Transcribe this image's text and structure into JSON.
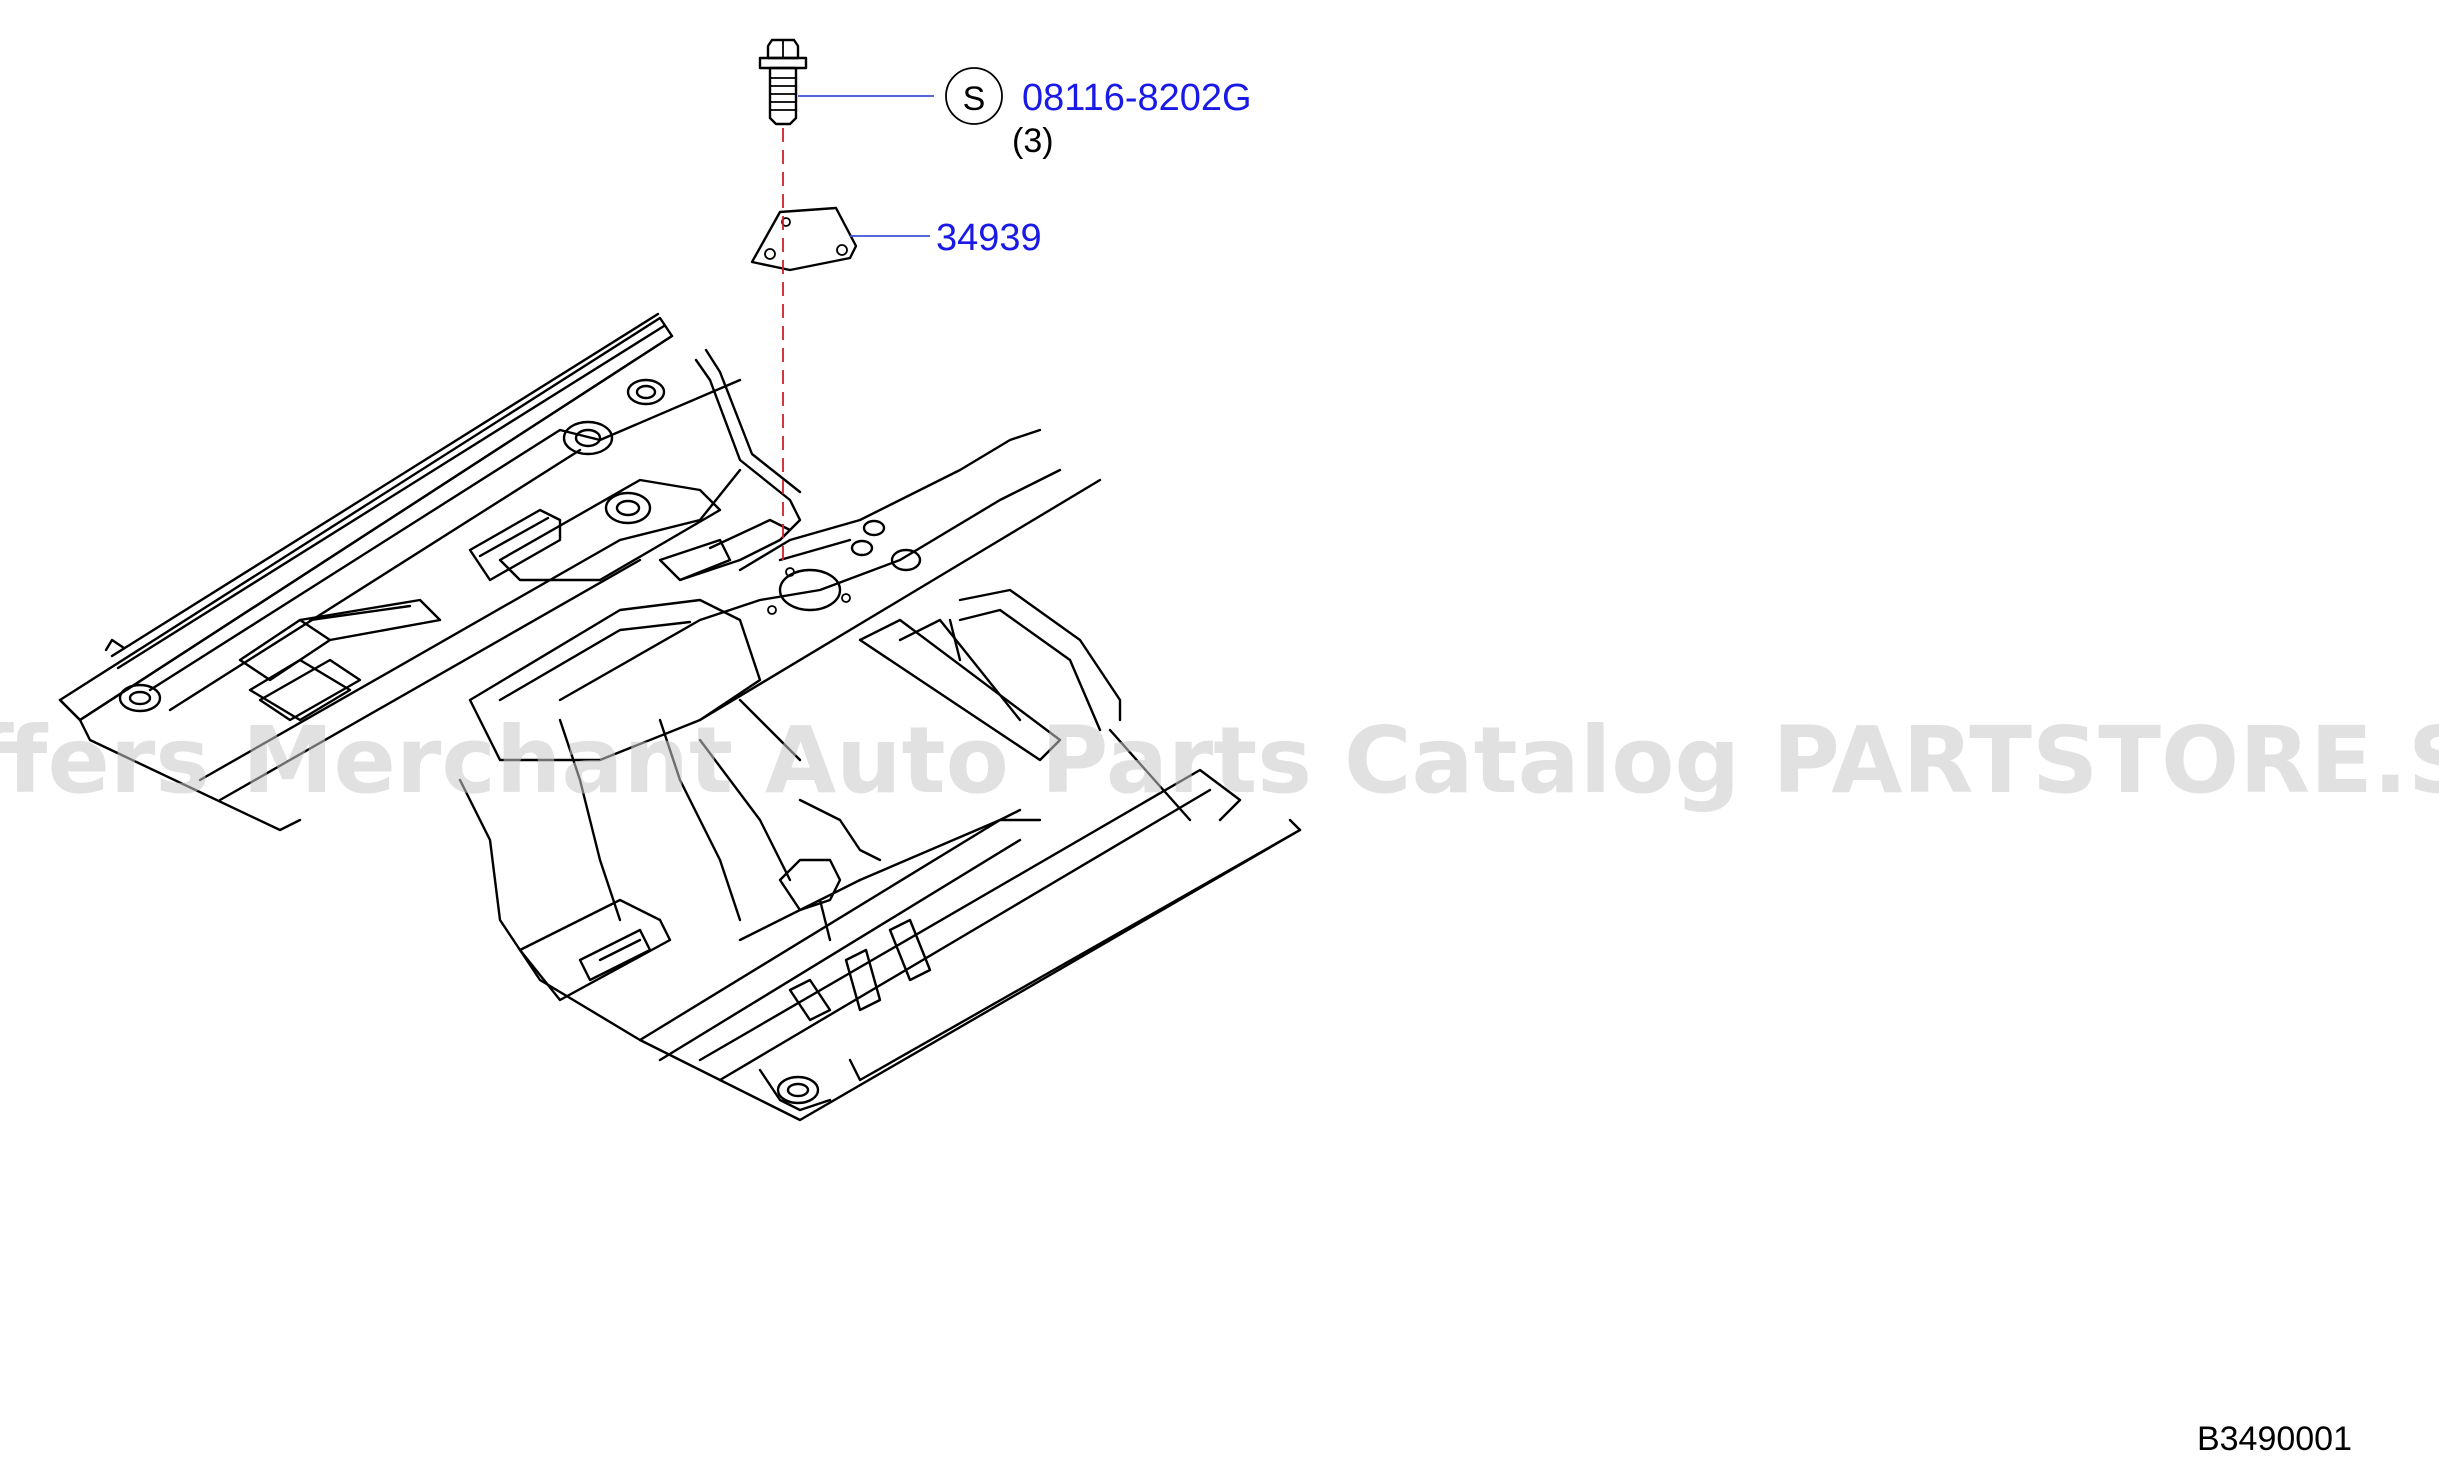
{
  "colors": {
    "callout": "#1a1ae6",
    "leader": "#3b50d6",
    "center_line": "#d0202a",
    "line": "#000000",
    "watermark": "#c9c9c9"
  },
  "callouts": {
    "bolt": {
      "symbol": "S",
      "part_number": "08116-8202G",
      "quantity": "(3)"
    },
    "bracket": {
      "part_number": "34939"
    }
  },
  "diagram_code": "B3490001",
  "watermark": "Offers Merchant Auto Parts Catalog PARTSTORE.SA"
}
